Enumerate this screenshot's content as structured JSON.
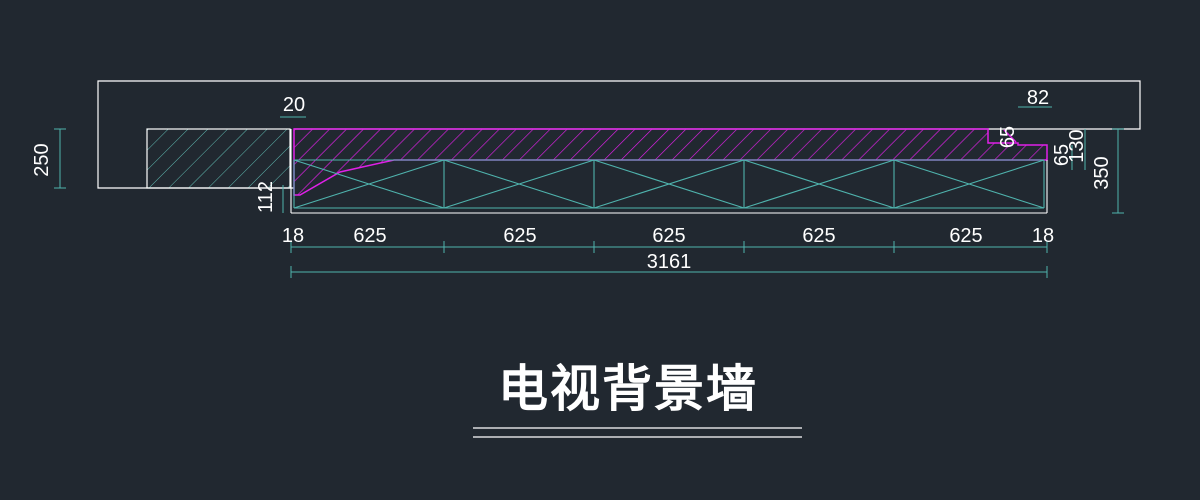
{
  "title": "电视背景墙",
  "dimensions": {
    "left_height": "250",
    "top_gap": "20",
    "top_right": "82",
    "small_a": "65",
    "small_b": "130",
    "small_c": "65",
    "right_height": "350",
    "bottom_left": "112",
    "end_left": "18",
    "end_right": "18",
    "panels": [
      "625",
      "625",
      "625",
      "625",
      "625"
    ],
    "total": "3161"
  },
  "colors": {
    "background": "#212830",
    "outline": "#ffffff",
    "hatch_left": "#5fb8b0",
    "hatch_magenta": "#e020e8",
    "frame": "#4fb3ad",
    "dim_line": "#4fb3ad"
  }
}
